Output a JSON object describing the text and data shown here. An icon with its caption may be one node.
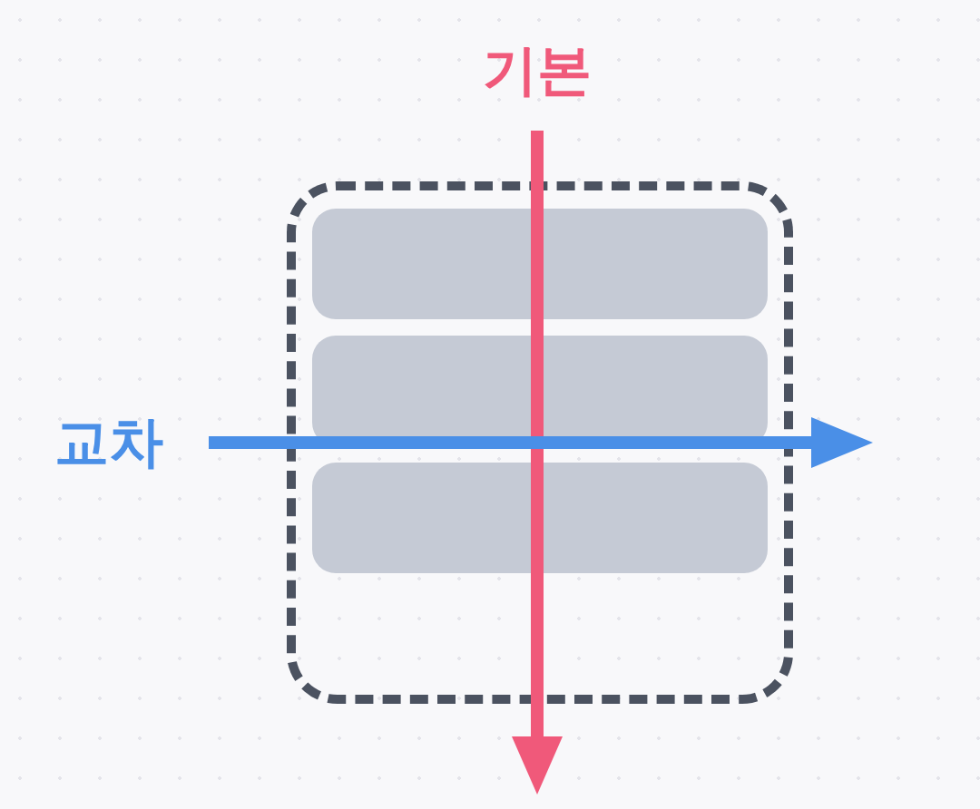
{
  "diagram": {
    "nodes": [
      {
        "text": [],
        "shape": "box"
      },
      {
        "text": [],
        "shape": "box",
        "in": 0
      },
      {
        "text": [],
        "shape": "box",
        "in": 0
      },
      {
        "text": [],
        "shape": "box",
        "in": 0
      }
    ],
    "labels": [
      "기본",
      "교차"
    ]
  }
}
